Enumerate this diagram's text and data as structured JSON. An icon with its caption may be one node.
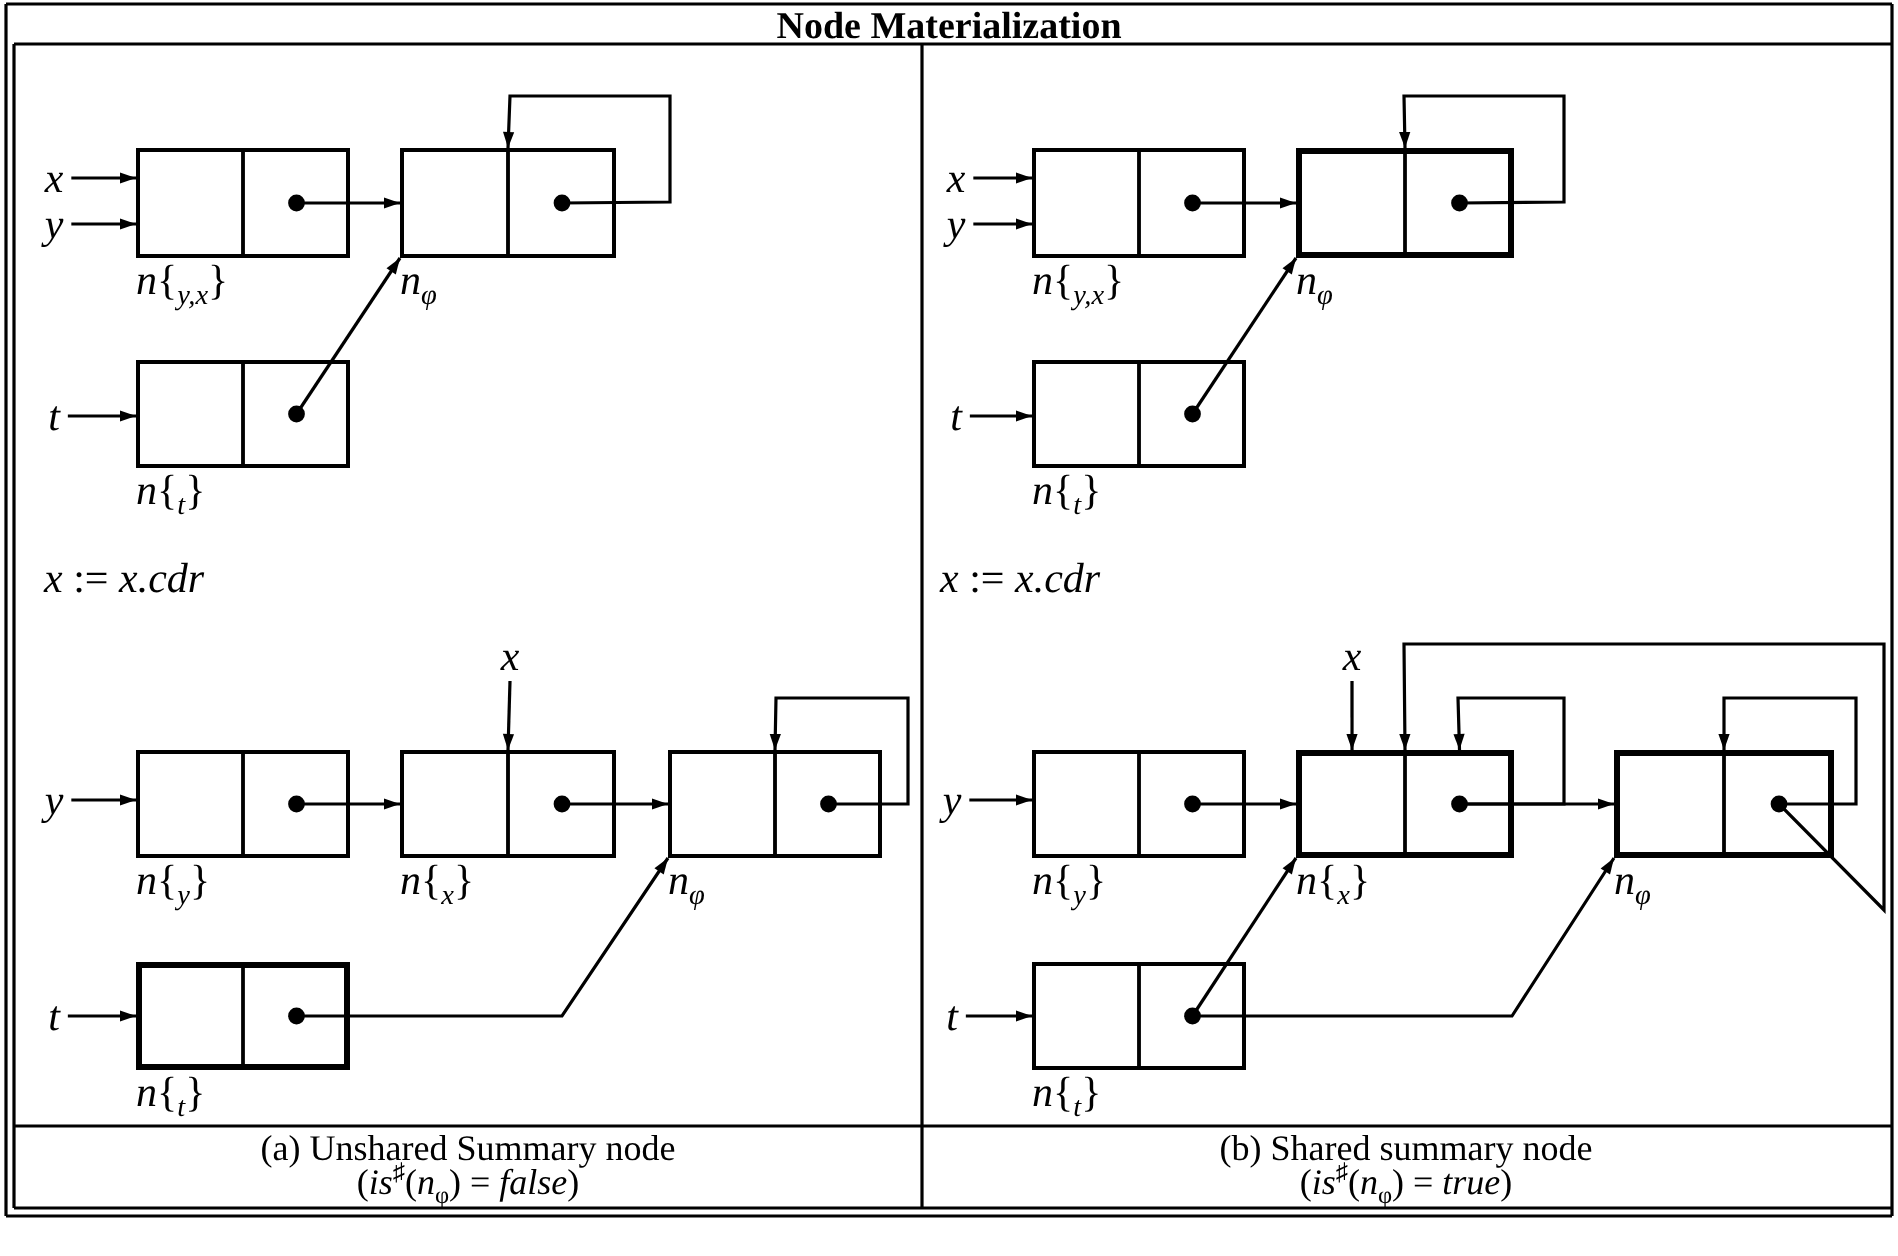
{
  "diagram": {
    "title": "Node Materialization",
    "nodes": [
      {
        "text": [
          "*x*"
        ]
      },
      {
        "text": [
          "*y*"
        ]
      },
      {
        "text": [],
        "shape": "box",
        "beside": [
          "*n*{$_{y,x}$}"
        ]
      },
      {
        "text": [],
        "shape": "box",
        "beside": [
          "*n*$_{φ}$"
        ]
      },
      {
        "text": [
          "*t*"
        ]
      },
      {
        "text": [],
        "shape": "box",
        "beside": [
          "*n*{$_{t}$}"
        ]
      },
      {
        "text": [
          "*x*"
        ]
      },
      {
        "text": [
          "*y*"
        ]
      },
      {
        "text": [],
        "shape": "box",
        "beside": [
          "*n*{$_{y}$}"
        ]
      },
      {
        "text": [],
        "shape": "box",
        "beside": [
          "*n*{$_{x}$}"
        ]
      },
      {
        "text": [],
        "shape": "box",
        "beside": [
          "*n*$_{φ}$"
        ]
      },
      {
        "text": [
          "*t*"
        ]
      },
      {
        "text": [],
        "shape": "box",
        "beside": [
          "*n*{$_{t}$}"
        ]
      },
      {
        "text": [
          "*x*"
        ]
      },
      {
        "text": [
          "*y*"
        ]
      },
      {
        "text": [],
        "shape": "box",
        "beside": [
          "*n*{$_{y,x}$}"
        ]
      },
      {
        "text": [],
        "shape": "box",
        "beside": [
          "*n*$_{φ}$"
        ]
      },
      {
        "text": [
          "*t*"
        ]
      },
      {
        "text": [],
        "shape": "box",
        "beside": [
          "*n*{$_{t}$}"
        ]
      },
      {
        "text": [
          "*x*"
        ]
      },
      {
        "text": [
          "*y*"
        ]
      },
      {
        "text": [],
        "shape": "box",
        "beside": [
          "*n*{$_{y}$}"
        ]
      },
      {
        "text": [],
        "shape": "box",
        "beside": [
          "*n*{$_{x}$}"
        ]
      },
      {
        "text": [],
        "shape": "box",
        "beside": [
          "*n*$_{φ}$"
        ]
      },
      {
        "text": [
          "*t*"
        ]
      },
      {
        "text": [],
        "shape": "box",
        "beside": [
          "*n*{$_{t}$}"
        ]
      }
    ],
    "edges": [
      {
        "from": 0,
        "to": 2,
        "arrow": "to"
      },
      {
        "from": 1,
        "to": 2,
        "arrow": "to"
      },
      {
        "from": 2,
        "to": 3,
        "arrow": "to"
      },
      {
        "from": 3,
        "to": 3,
        "arrow": "to"
      },
      {
        "from": 4,
        "to": 5,
        "arrow": "to"
      },
      {
        "from": 5,
        "to": 3,
        "arrow": "to"
      },
      {
        "from": 6,
        "to": 9,
        "arrow": "to"
      },
      {
        "from": 7,
        "to": 8,
        "arrow": "to"
      },
      {
        "from": 8,
        "to": 9,
        "arrow": "to"
      },
      {
        "from": 9,
        "to": 10,
        "arrow": "to"
      },
      {
        "from": 10,
        "to": 10,
        "arrow": "to"
      },
      {
        "from": 11,
        "to": 12,
        "arrow": "to"
      },
      {
        "from": 12,
        "to": 10,
        "arrow": "to"
      },
      {
        "from": 13,
        "to": 15,
        "arrow": "to"
      },
      {
        "from": 14,
        "to": 15,
        "arrow": "to"
      },
      {
        "from": 15,
        "to": 16,
        "arrow": "to"
      },
      {
        "from": 16,
        "to": 16,
        "arrow": "to"
      },
      {
        "from": 17,
        "to": 18,
        "arrow": "to"
      },
      {
        "from": 18,
        "to": 16,
        "arrow": "to"
      },
      {
        "from": 19,
        "to": 22,
        "arrow": "to"
      },
      {
        "from": 20,
        "to": 21,
        "arrow": "to"
      },
      {
        "from": 21,
        "to": 22,
        "arrow": "to"
      },
      {
        "from": 22,
        "to": 23,
        "arrow": "to"
      },
      {
        "from": 22,
        "to": 22,
        "arrow": "to"
      },
      {
        "from": 23,
        "to": 23,
        "arrow": "to"
      },
      {
        "from": 23,
        "to": 22,
        "arrow": "to"
      },
      {
        "from": 24,
        "to": 25,
        "arrow": "to"
      },
      {
        "from": 25,
        "to": 22,
        "arrow": "to"
      },
      {
        "from": 25,
        "to": 23,
        "arrow": "to"
      }
    ],
    "labels": [
      "*x* := *x.cdr*",
      "*x* := *x.cdr*",
      "(a) Unshared Summary node",
      "(b) Shared summary node",
      "(*is*$^{♯}$(*n*$_{φ}$) = *false*)",
      "(*is*$^{♯}$(*n*$_{φ}$) = *true*)"
    ]
  }
}
